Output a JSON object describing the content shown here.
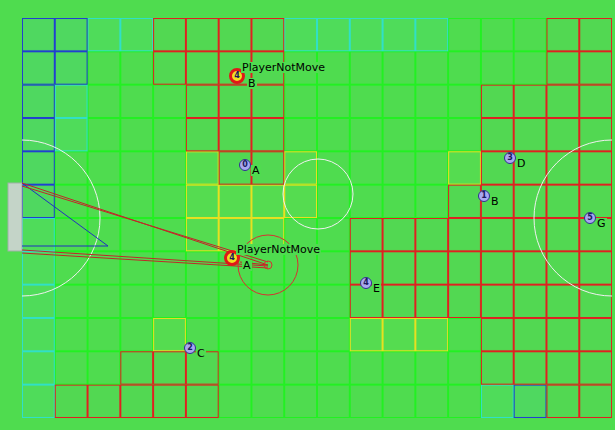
{
  "diagram": {
    "nodes": [
      {
        "text": [
          "PlayerNotMove",
          "4",
          "B"
        ]
      },
      {
        "text": [
          "3",
          "D"
        ]
      },
      {
        "text": [
          "0",
          "A"
        ]
      },
      {
        "text": [
          "1",
          "B"
        ]
      },
      {
        "text": [
          "5",
          "G"
        ]
      },
      {
        "text": [
          "PlayerNotMove",
          "4",
          "A"
        ]
      },
      {
        "text": [
          "4",
          "E"
        ]
      },
      {
        "text": [
          "2",
          "C"
        ]
      }
    ]
  }
}
